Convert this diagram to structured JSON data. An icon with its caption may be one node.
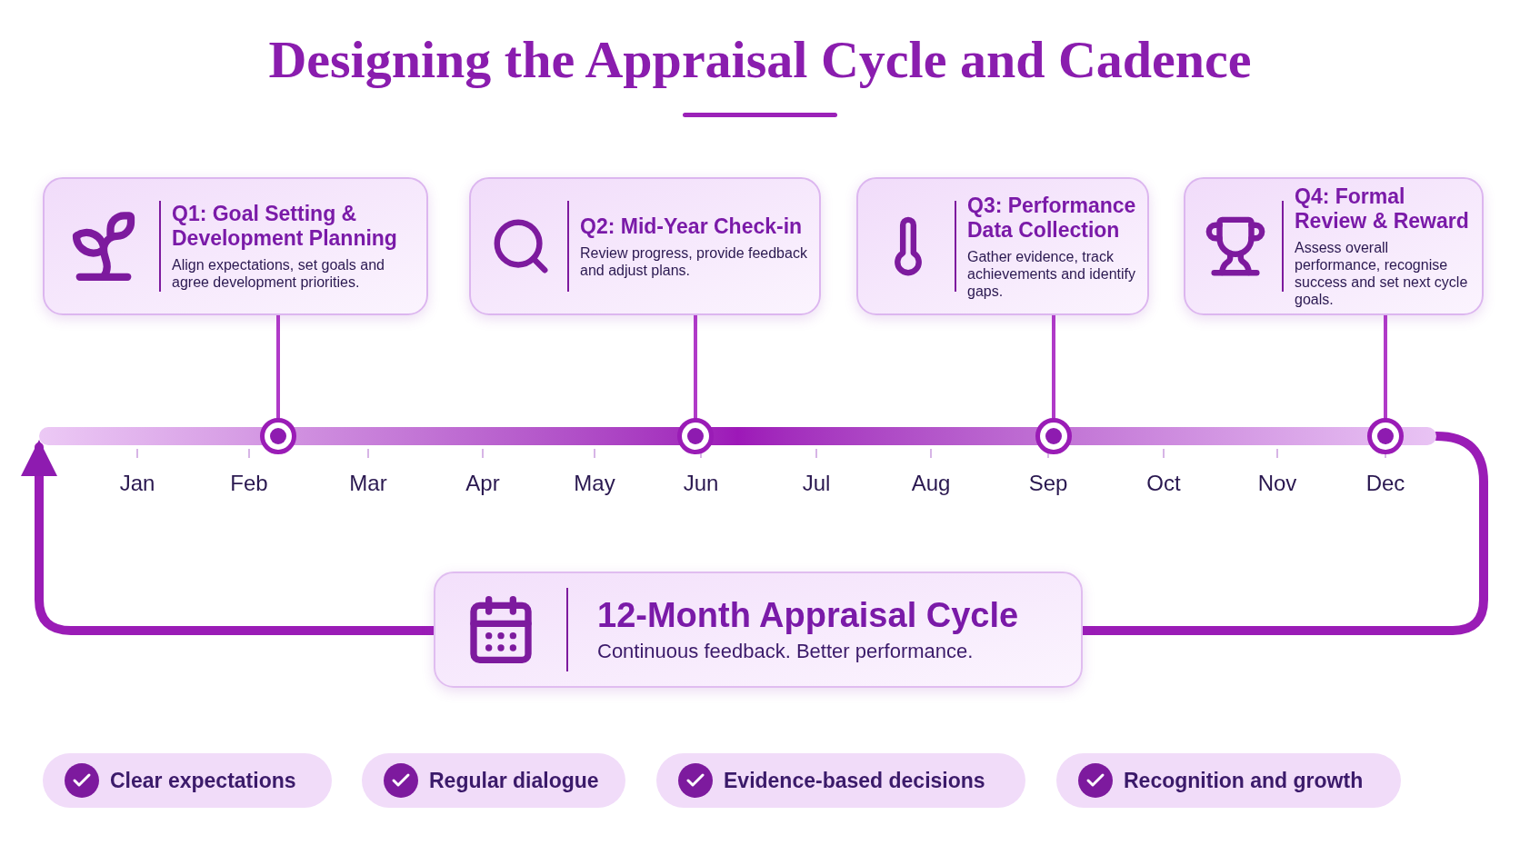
{
  "diagram": {
    "title": "Designing the Appraisal Cycle and Cadence",
    "nodes": [
      {
        "text": [
          "Q1: Goal Setting & Development Planning",
          "Align expectations, set goals and agree development priorities."
        ]
      },
      {
        "text": [
          "Q2: Mid-Year Check-in",
          "Review progress, provide feedback and adjust plans."
        ]
      },
      {
        "text": [
          "Q3: Performance Data Collection",
          "Gather evidence, track achievements and identify gaps."
        ]
      },
      {
        "text": [
          "Q4: Formal Review & Reward",
          "Assess overall performance, recognise success and set next cycle goals."
        ]
      },
      {
        "text": [],
        "shape": "circle"
      },
      {
        "text": [],
        "shape": "circle"
      },
      {
        "text": [],
        "shape": "circle"
      },
      {
        "text": [],
        "shape": "circle"
      },
      {
        "text": [],
        "shape": "bar"
      },
      {
        "text": [
          "12-Month Appraisal Cycle",
          "Continuous feedback. Better performance."
        ]
      },
      {
        "text": [
          "Clear expectations"
        ]
      },
      {
        "text": [
          "Regular dialogue"
        ]
      },
      {
        "text": [
          "Evidence-based decisions"
        ]
      },
      {
        "text": [
          "Recognition and growth"
        ]
      }
    ],
    "edges": [
      {
        "from": 0,
        "to": 4,
        "arrow": "none"
      },
      {
        "from": 1,
        "to": 5,
        "arrow": "none"
      },
      {
        "from": 2,
        "to": 6,
        "arrow": "none"
      },
      {
        "from": 3,
        "to": 7,
        "arrow": "none"
      },
      {
        "from": 8,
        "to": 9,
        "arrow": "none",
        "style": "thick"
      },
      {
        "from": 9,
        "to": 8,
        "arrow": "to",
        "style": "thick"
      }
    ],
    "labels": [
      "Jan",
      "Feb",
      "Mar",
      "Apr",
      "May",
      "Jun",
      "Jul",
      "Aug",
      "Sep",
      "Oct",
      "Nov",
      "Dec"
    ]
  }
}
